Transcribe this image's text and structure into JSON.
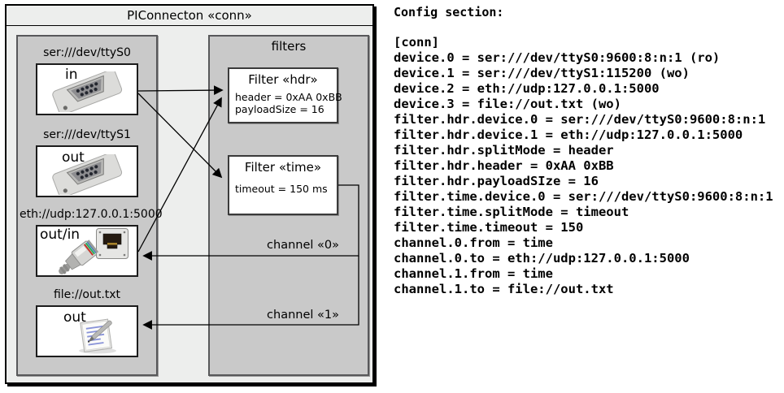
{
  "diagram": {
    "title": "PIConnecton «conn»",
    "devices": [
      {
        "uri": "ser:///dev/ttyS0",
        "mode": "in"
      },
      {
        "uri": "ser:///dev/ttyS1",
        "mode": "out"
      },
      {
        "uri": "eth://udp:127.0.0.1:5000",
        "mode": "out/in"
      },
      {
        "uri": "file://out.txt",
        "mode": "out"
      }
    ],
    "filters_panel_title": "filters",
    "filters": [
      {
        "title": "Filter «hdr»",
        "props": [
          "header = 0xAA 0xBB",
          "payloadSize = 16"
        ]
      },
      {
        "title": "Filter «time»",
        "props": [
          "timeout = 150 ms"
        ]
      }
    ],
    "channels": [
      {
        "label": "channel «0»"
      },
      {
        "label": "channel «1»"
      }
    ]
  },
  "config": {
    "heading": "Config section:",
    "lines": [
      "[conn]",
      "device.0 = ser:///dev/ttyS0:9600:8:n:1 (ro)",
      "device.1 = ser:///dev/ttyS1:115200 (wo)",
      "device.2 = eth://udp:127.0.0.1:5000",
      "device.3 = file://out.txt (wo)",
      "filter.hdr.device.0 = ser:///dev/ttyS0:9600:8:n:1",
      "filter.hdr.device.1 = eth://udp:127.0.0.1:5000",
      "filter.hdr.splitMode = header",
      "filter.hdr.header = 0xAA 0xBB",
      "filter.hdr.payloadSIze = 16",
      "filter.time.device.0 = ser:///dev/ttyS0:9600:8:n:1",
      "filter.time.splitMode = timeout",
      "filter.time.timeout = 150",
      "channel.0.from = time",
      "channel.0.to = eth://udp:127.0.0.1:5000",
      "channel.1.from = time",
      "channel.1.to = file://out.txt"
    ]
  },
  "colors": {
    "outer_fill": "#edeeed",
    "panel_fill": "#c9c9c9",
    "line": "#000000"
  }
}
